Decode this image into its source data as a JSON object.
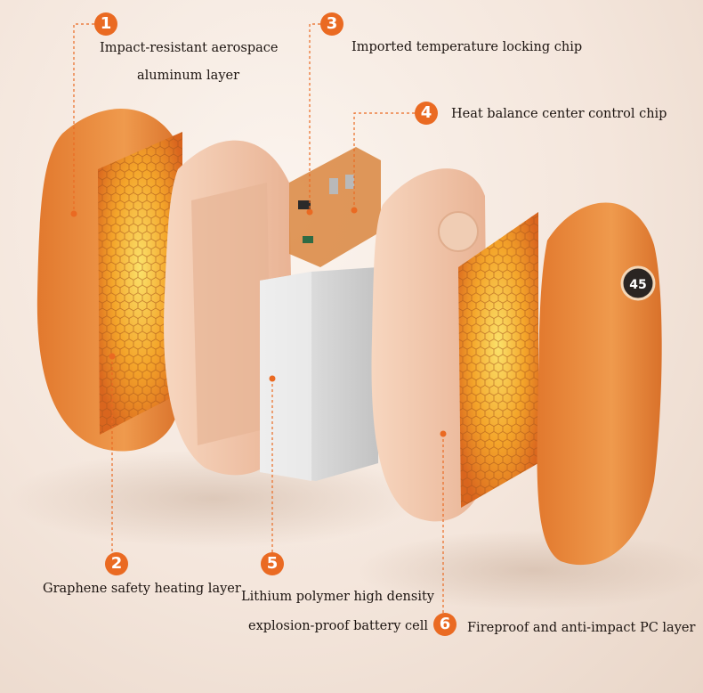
{
  "callouts": [
    {
      "number": "1",
      "lines": [
        "Impact-resistant aerospace",
        "aluminum layer"
      ]
    },
    {
      "number": "2",
      "lines": [
        "Graphene safety heating layer"
      ]
    },
    {
      "number": "3",
      "lines": [
        "Imported temperature locking chip"
      ]
    },
    {
      "number": "4",
      "lines": [
        "Heat balance center control chip"
      ]
    },
    {
      "number": "5",
      "lines": [
        "Lithium polymer high density",
        "explosion-proof battery cell"
      ]
    },
    {
      "number": "6",
      "lines": [
        "Fireproof and anti-impact PC layer"
      ]
    }
  ],
  "colors": {
    "accent": "#ea6a22",
    "shell": "#e58a3e",
    "heating_core": "#f6b326",
    "pink_frame": "#f0c2a4",
    "battery": "#dcdcdc"
  }
}
